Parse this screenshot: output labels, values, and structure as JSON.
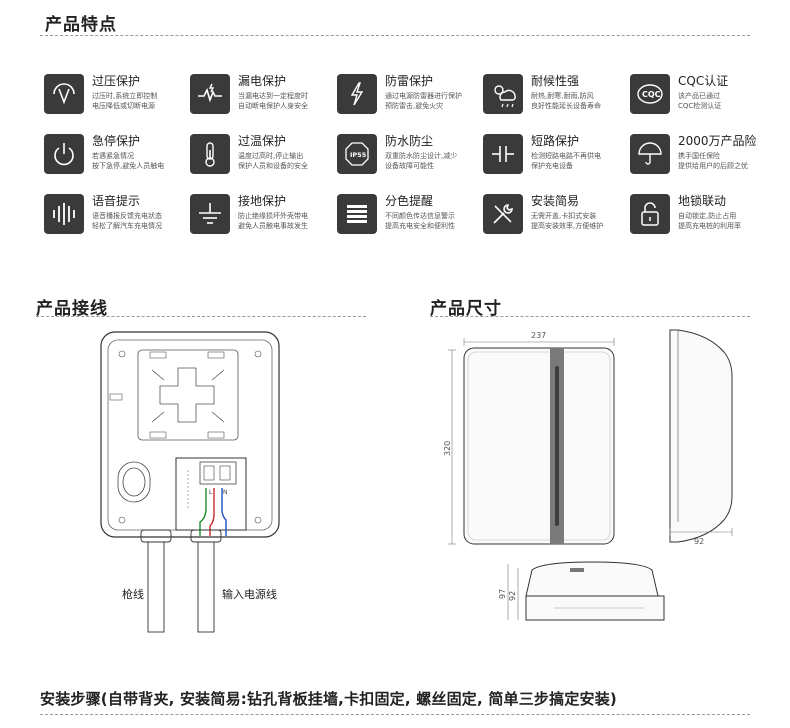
{
  "sections": {
    "features_title": "产品特点",
    "wiring_title": "产品接线",
    "size_title": "产品尺寸"
  },
  "features": [
    {
      "name": "过压保护",
      "desc1": "过压时,系统立即控制",
      "desc2": "电压降低或切断电源",
      "icon": "overvoltage-icon"
    },
    {
      "name": "漏电保护",
      "desc1": "当漏电达到一定程度时",
      "desc2": "自动断电保护人身安全",
      "icon": "leakage-icon"
    },
    {
      "name": "防雷保护",
      "desc1": "通过电源防雷器进行保护",
      "desc2": "预防雷击,避免火灾",
      "icon": "lightning-icon"
    },
    {
      "name": "耐候性强",
      "desc1": "耐热,耐寒,耐雨,防风",
      "desc2": "良好性能延长设备寿命",
      "icon": "weather-icon"
    },
    {
      "name": "CQC认证",
      "desc1": "该产品已通过",
      "desc2": "CQC检测认证",
      "icon": "cqc-icon"
    },
    {
      "name": "急停保护",
      "desc1": "若遇紧急情况",
      "desc2": "按下急停,避免人员触电",
      "icon": "power-icon"
    },
    {
      "name": "过温保护",
      "desc1": "温度过高时,停止输出",
      "desc2": "保护人员和设备的安全",
      "icon": "thermometer-icon"
    },
    {
      "name": "防水防尘",
      "desc1": "双重防水防尘设计,减少",
      "desc2": "设备故障可能性",
      "icon": "ip55-icon"
    },
    {
      "name": "短路保护",
      "desc1": "检测短路电路不再供电",
      "desc2": "保护充电设备",
      "icon": "short-circuit-icon"
    },
    {
      "name": "2000万产品险",
      "desc1": "携手国任保险",
      "desc2": "提供给用户的后顾之忧",
      "icon": "umbrella-icon"
    },
    {
      "name": "语音提示",
      "desc1": "语音播报反馈充电状态",
      "desc2": "轻松了解汽车充电情况",
      "icon": "voice-icon"
    },
    {
      "name": "接地保护",
      "desc1": "防止绝缘损坏外壳带电",
      "desc2": "避免人员触电事故发生",
      "icon": "ground-icon"
    },
    {
      "name": "分色提醒",
      "desc1": "不同颜色传达信息警示",
      "desc2": "提高充电安全和便利性",
      "icon": "color-bars-icon"
    },
    {
      "name": "安装简易",
      "desc1": "无需开盖,卡扣式安装",
      "desc2": "提高安装效率,方便维护",
      "icon": "tools-icon"
    },
    {
      "name": "地锁联动",
      "desc1": "自动锁定,防止占用",
      "desc2": "提高充电桩的利用率",
      "icon": "lock-icon"
    }
  ],
  "wiring": {
    "gun_cable_label": "枪线",
    "power_cable_label": "输入电源线",
    "terminal_labels": [
      "L",
      "N"
    ]
  },
  "dimensions": {
    "width": "237",
    "height": "320",
    "depth": "92",
    "base_depth_a": "97",
    "base_depth_b": "92"
  },
  "bottom_text": "安装步骤(自带背夹, 安装简易:钻孔背板挂墙,卡扣固定, 螺丝固定, 简单三步搞定安装)"
}
